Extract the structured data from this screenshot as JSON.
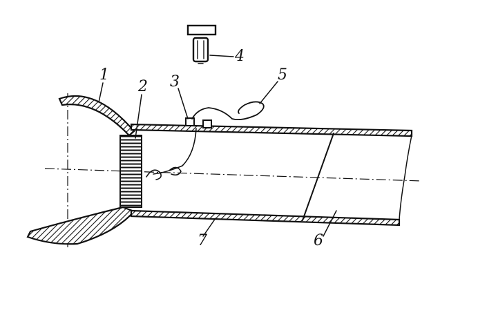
{
  "callouts": [
    {
      "id": "1",
      "text": "1"
    },
    {
      "id": "2",
      "text": "2"
    },
    {
      "id": "3",
      "text": "3"
    },
    {
      "id": "4",
      "text": "4"
    },
    {
      "id": "5",
      "text": "5"
    },
    {
      "id": "6",
      "text": "6"
    },
    {
      "id": "7",
      "text": "7"
    }
  ],
  "colors": {
    "ink": "#111111",
    "paper": "#ffffff"
  }
}
